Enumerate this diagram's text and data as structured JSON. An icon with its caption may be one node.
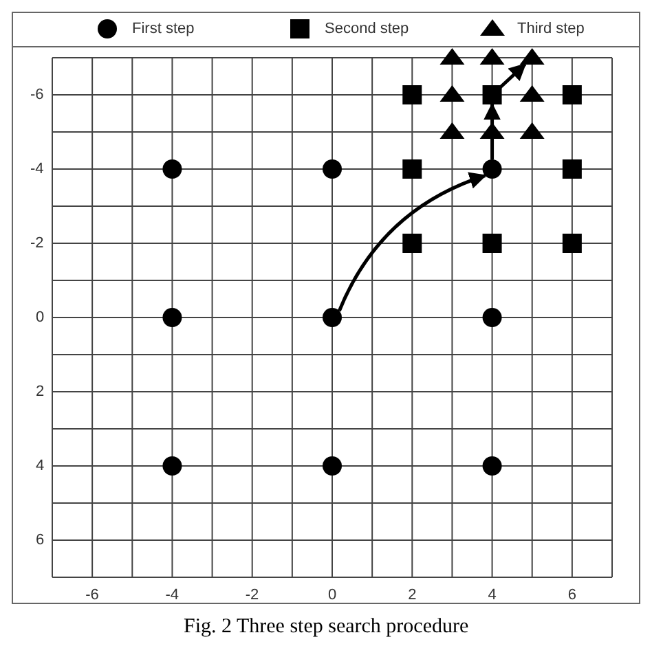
{
  "diagram": {
    "caption": "Fig. 2 Three step search procedure",
    "nodes": [
      {
        "text": [],
        "shape": "triangle"
      },
      {
        "text": [],
        "shape": "triangle"
      },
      {
        "text": [],
        "shape": "triangle"
      },
      {
        "text": [],
        "shape": "box"
      },
      {
        "text": [],
        "shape": "triangle"
      },
      {
        "text": [],
        "shape": "box"
      },
      {
        "text": [],
        "shape": "triangle"
      },
      {
        "text": [],
        "shape": "box"
      },
      {
        "text": [],
        "shape": "triangle"
      },
      {
        "text": [],
        "shape": "triangle"
      },
      {
        "text": [],
        "shape": "triangle"
      },
      {
        "text": [],
        "shape": "circle"
      },
      {
        "text": [],
        "shape": "circle"
      },
      {
        "text": [],
        "shape": "box"
      },
      {
        "text": [],
        "shape": "circle"
      },
      {
        "text": [],
        "shape": "box"
      },
      {
        "text": [],
        "shape": "box"
      },
      {
        "text": [],
        "shape": "box"
      },
      {
        "text": [],
        "shape": "box"
      },
      {
        "text": [],
        "shape": "circle"
      },
      {
        "text": [],
        "shape": "circle"
      },
      {
        "text": [],
        "shape": "circle"
      },
      {
        "text": [],
        "shape": "circle"
      },
      {
        "text": [],
        "shape": "circle"
      },
      {
        "text": [],
        "shape": "circle"
      }
    ],
    "edges": [
      {
        "from": 20,
        "to": 14,
        "arrow": "to"
      },
      {
        "from": 14,
        "to": 5,
        "arrow": "to"
      },
      {
        "from": 5,
        "to": 2,
        "arrow": "to"
      }
    ],
    "labels": [
      "-6",
      "-4",
      "-2",
      "0",
      "2",
      "4",
      "6",
      "-6",
      "-4",
      "-2",
      "0",
      "2",
      "4",
      "6"
    ],
    "legend": [
      {
        "text": "First step"
      },
      {
        "text": "Second step"
      },
      {
        "text": "Third step"
      }
    ]
  }
}
